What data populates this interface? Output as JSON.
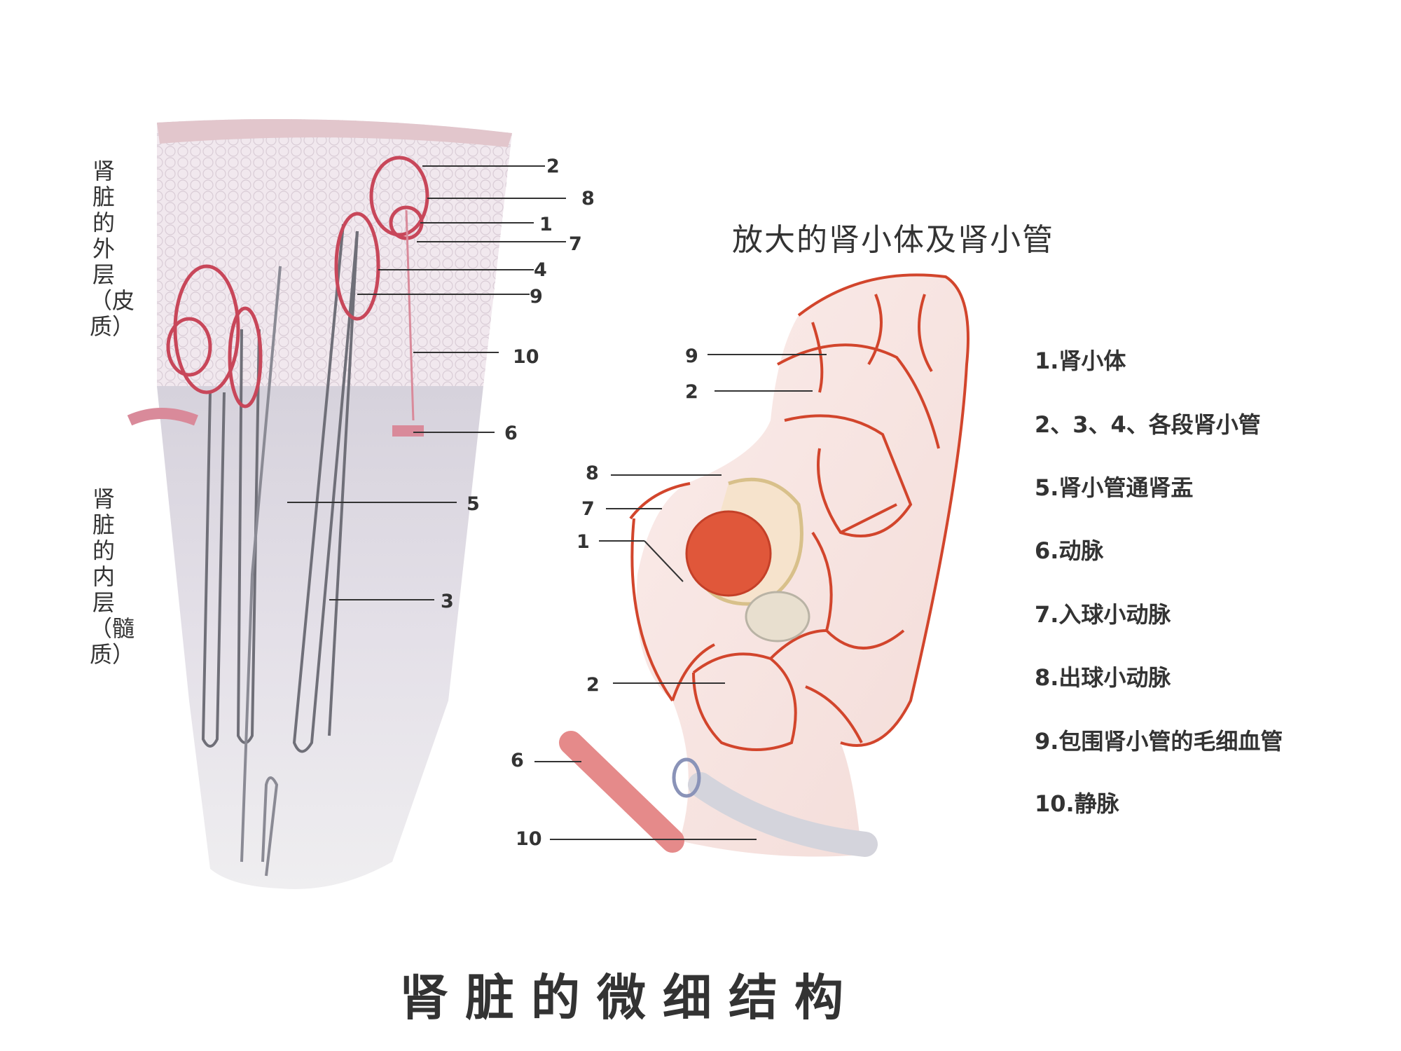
{
  "title": "肾脏的微细结构",
  "left_diagram": {
    "outer_layer_label": "肾脏的外层（皮质）",
    "inner_layer_label": "肾脏的内层（髓质）",
    "callouts": [
      "2",
      "8",
      "1",
      "7",
      "4",
      "9",
      "10",
      "6",
      "5",
      "3"
    ]
  },
  "right_diagram": {
    "title": "放大的肾小体及肾小管",
    "callouts": [
      "9",
      "2",
      "8",
      "7",
      "1",
      "2",
      "6",
      "10"
    ]
  },
  "legend": [
    "1.肾小体",
    "2、3、4、各段肾小管",
    "5.肾小管通肾盂",
    "6.动脉",
    "7.入球小动脉",
    "8.出球小动脉",
    "9.包围肾小管的毛细血管",
    "10.静脉"
  ],
  "colors": {
    "capillary": "#d2452c",
    "glomerulus": "#e0573a",
    "cortex": "#efe4ea",
    "medulla": "#d9d6dc",
    "vein": "#8a93b8"
  }
}
